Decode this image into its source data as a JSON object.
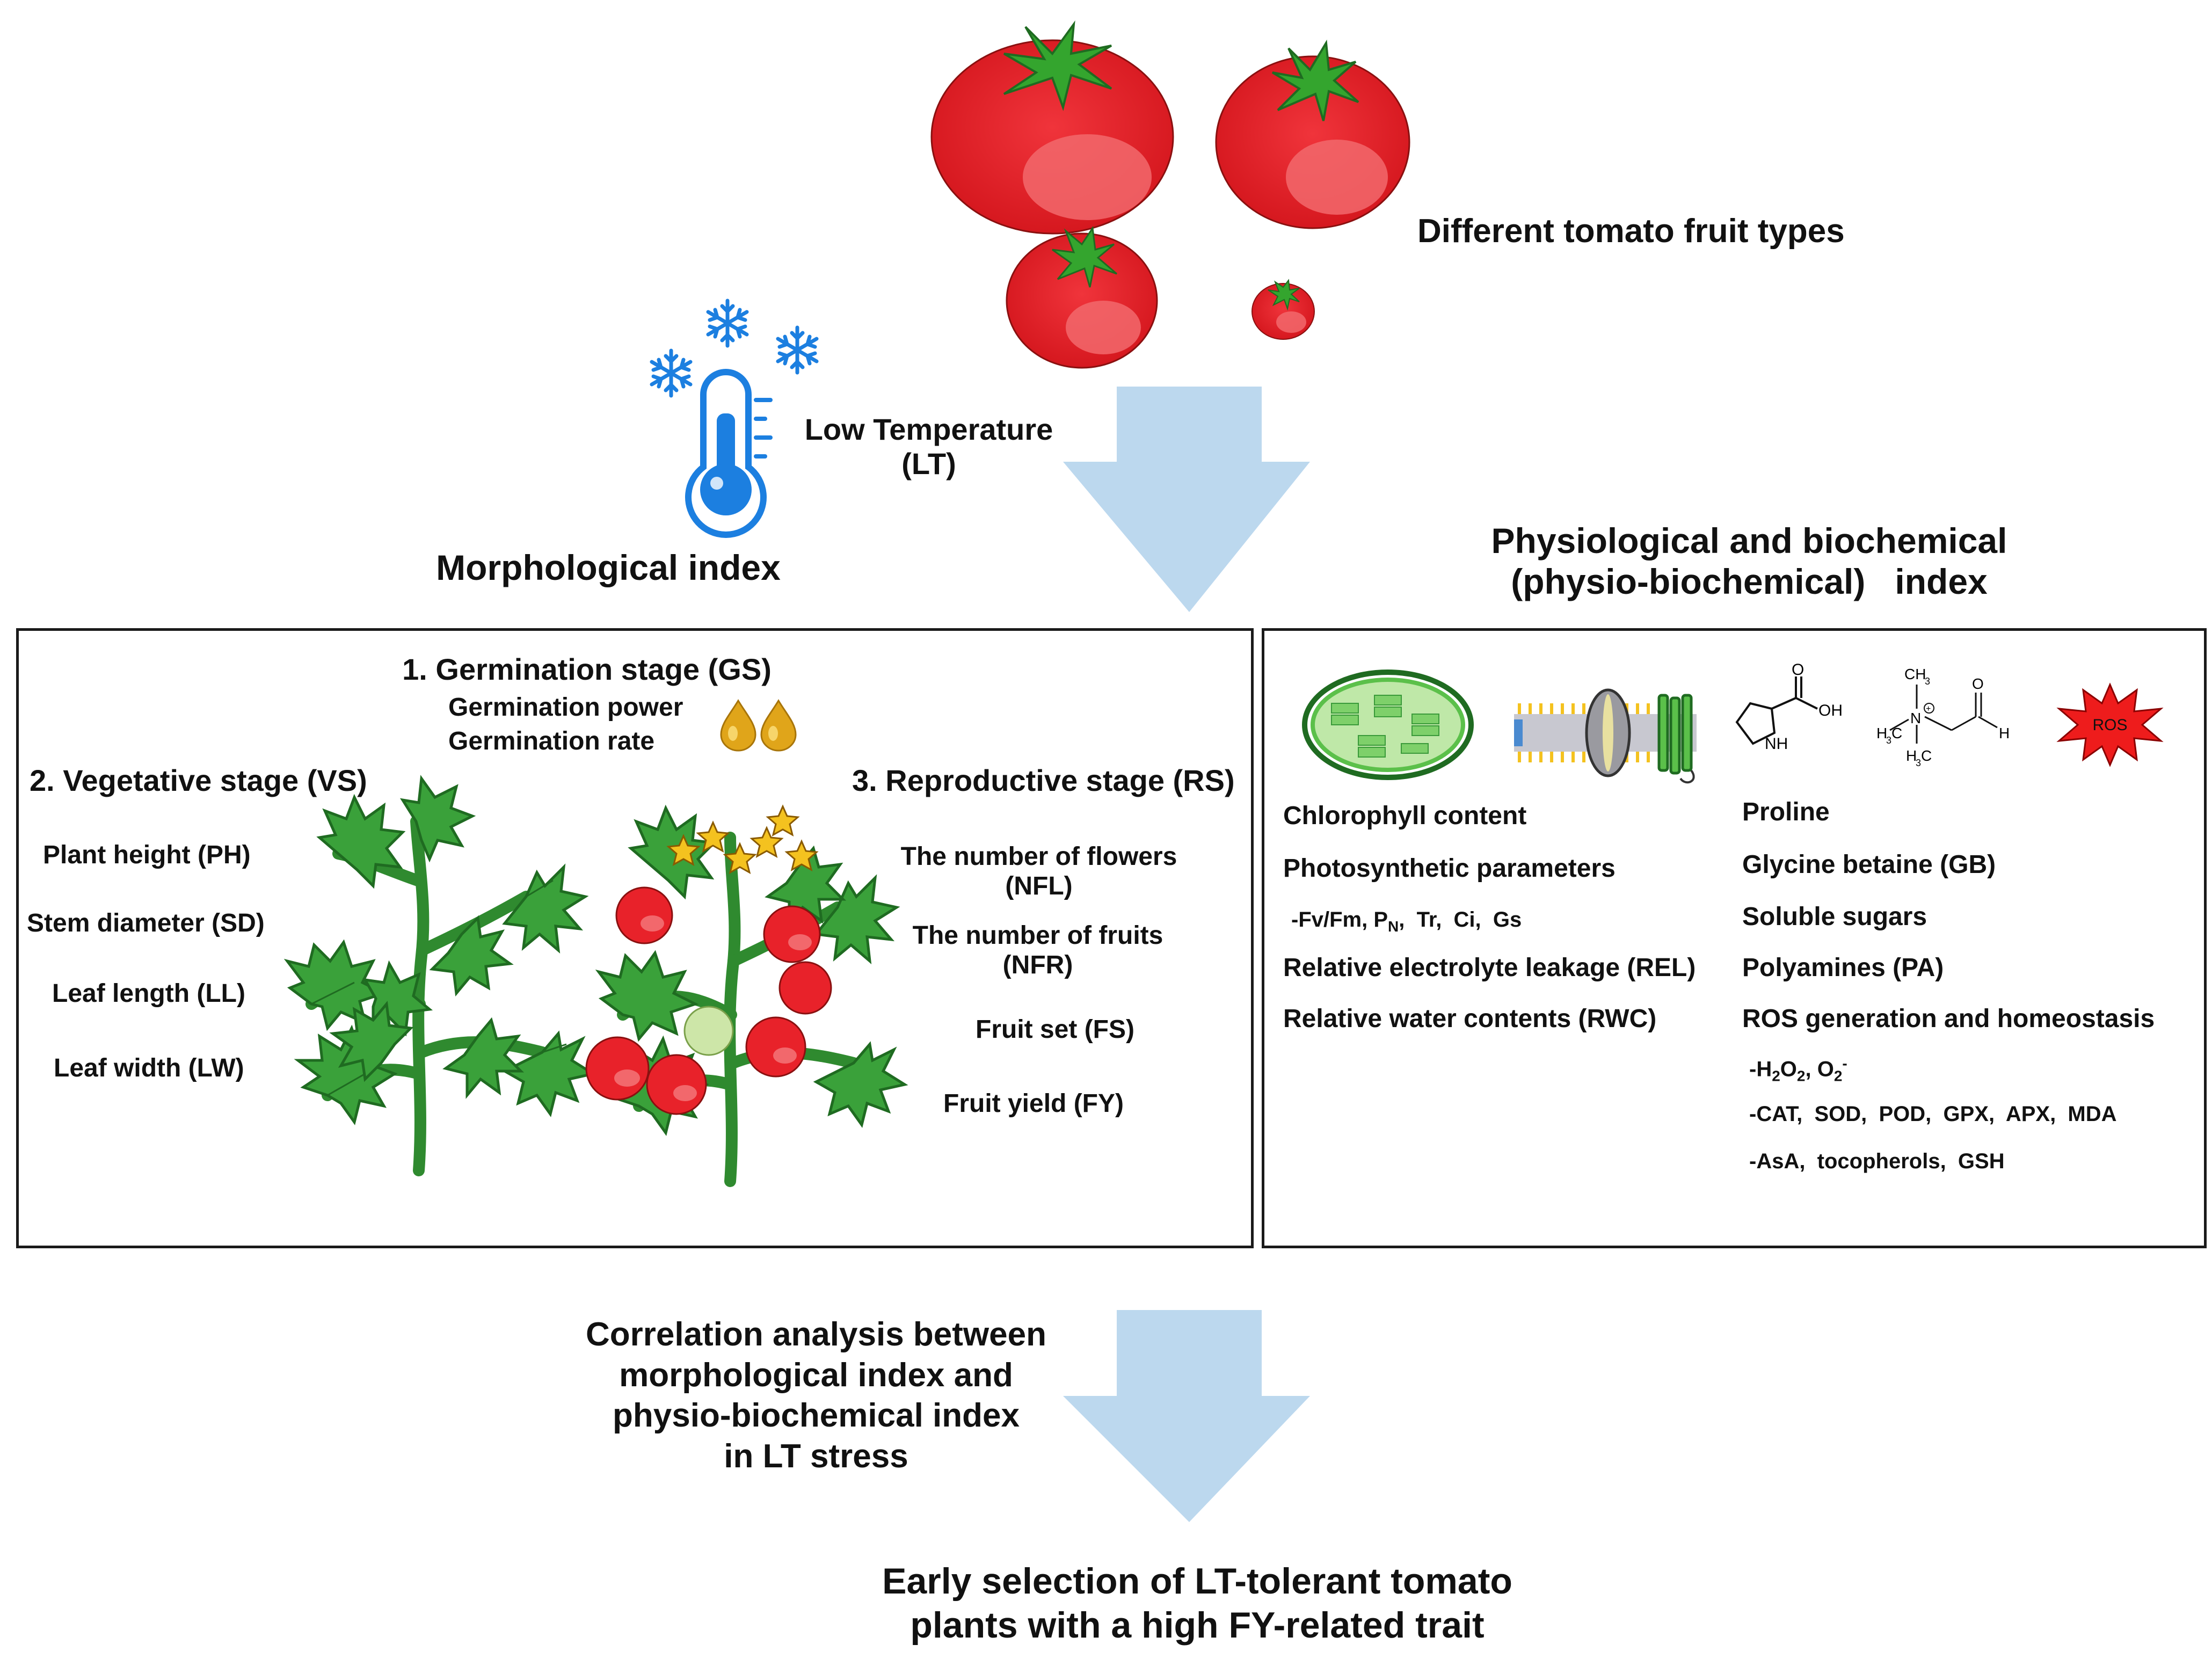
{
  "top": {
    "fruit_types_label": "Different  tomato fruit types",
    "low_temp_label_line1": "Low Temperature",
    "low_temp_label_line2": "(LT)"
  },
  "morphological": {
    "heading": "Morphological index",
    "germination_title": "1. Germination stage (GS)",
    "germination_items": [
      "Germination power",
      "Germination rate"
    ],
    "vegetative_title": "2. Vegetative stage (VS)",
    "vegetative_items": [
      "Plant height (PH)",
      "Stem diameter (SD)",
      "Leaf length (LL)",
      "Leaf width (LW)"
    ],
    "reproductive_title": "3. Reproductive stage (RS)",
    "reproductive_items": [
      {
        "line1": "The number of flowers",
        "line2": "(NFL)"
      },
      {
        "line1": "The number of fruits",
        "line2": "(NFR)"
      },
      {
        "line1": "Fruit set (FS)",
        "line2": ""
      },
      {
        "line1": "Fruit yield (FY)",
        "line2": ""
      }
    ]
  },
  "physio": {
    "heading_line1": "Physiological and biochemical",
    "heading_line2": "(physio-biochemical)   index",
    "icons": {
      "ros_label": "ROS",
      "proline": {
        "o": "O",
        "oh": "OH",
        "nh": "NH"
      },
      "betaine": {
        "ch3_top": "CH",
        "h3c_left": "H",
        "h3c_bottom": "H",
        "n": "N",
        "o": "O",
        "h": "H",
        "plus": "+"
      }
    },
    "left_items": [
      "Chlorophyll content",
      "Photosynthetic parameters"
    ],
    "photo_params": {
      "prefix": "-Fv/Fm, P",
      "sub": "N",
      "suffix": ",  Tr,  Ci,  Gs"
    },
    "left_items2": [
      "Relative electrolyte leakage (REL)",
      "Relative water contents (RWC)"
    ],
    "right_items": [
      "Proline",
      "Glycine betaine (GB)",
      "Soluble sugars",
      "Polyamines (PA)",
      "ROS generation and homeostasis"
    ],
    "ros_sub": {
      "h2o2_a": "-H",
      "h2o2_b": "O",
      "o2_a": ", O",
      "sub2": "2",
      "sup": "-"
    },
    "enzymes": "-CAT,  SOD,  POD,  GPX,  APX,  MDA",
    "antioxidants": "-AsA,  tocopherols,  GSH"
  },
  "bottom": {
    "correlation_lines": [
      "Correlation analysis between",
      "morphological index and",
      "physio-biochemical index",
      "in LT stress"
    ],
    "conclusion_lines": [
      "Early selection of LT-tolerant tomato",
      "plants with a high FY-related trait"
    ]
  },
  "colors": {
    "arrow": "#bcd8ee",
    "tomato": "#e8222a",
    "tomato_highlight": "#f2686c",
    "leaf": "#3aa13a",
    "leaf_dark": "#1f6b21",
    "thermo_blue": "#1c7fe0",
    "snow_blue": "#1c7fe0",
    "seed": "#e0a51a",
    "chloroplast": "#5bc04a"
  }
}
